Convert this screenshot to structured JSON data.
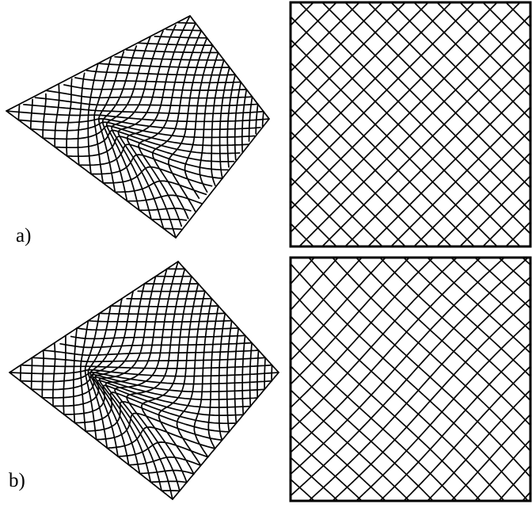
{
  "figure": {
    "panels": [
      {
        "id": "a",
        "label": "a)"
      },
      {
        "id": "b",
        "label": "b)"
      }
    ]
  },
  "colors": {
    "ink": "#000000",
    "background": "#ffffff"
  }
}
